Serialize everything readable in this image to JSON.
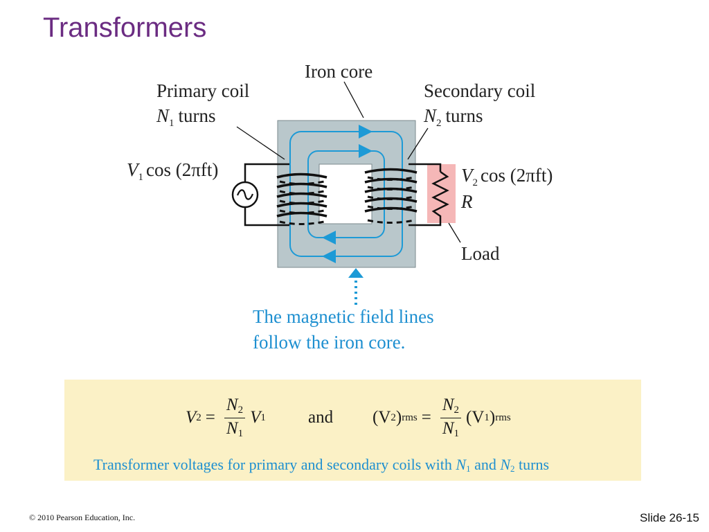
{
  "slide": {
    "title": "Transformers"
  },
  "diagram": {
    "iron_core_label": "Iron core",
    "primary": {
      "line1": "Primary coil",
      "n": "N",
      "n_sub": "1",
      "turns": "turns"
    },
    "secondary": {
      "line1": "Secondary coil",
      "n": "N",
      "n_sub": "2",
      "turns": "turns"
    },
    "v1": {
      "sym": "V",
      "sub": "1",
      "rest": "cos (2πft)"
    },
    "v2": {
      "sym": "V",
      "sub": "2",
      "rest": "cos (2πft)"
    },
    "resistor_label": "R",
    "load_label": "Load",
    "caption_line1": "The magnetic field lines",
    "caption_line2": "follow the iron core.",
    "colors": {
      "core": "#b9c7cb",
      "field_lines": "#1d9ad6",
      "load_highlight": "#f5b7b7",
      "formula_bg": "#fbf1c6",
      "title": "#6b2c82"
    }
  },
  "formula": {
    "left": {
      "lhs": "V",
      "lhs_sub": "2",
      "eq": "=",
      "num": "N",
      "num_sub": "2",
      "den": "N",
      "den_sub": "1",
      "rhs": "V",
      "rhs_sub": "1"
    },
    "and": "and",
    "right": {
      "lhs_open": "(V",
      "lhs_sub": "2",
      "lhs_close": ")",
      "lhs_rms": "rms",
      "eq": "=",
      "num": "N",
      "num_sub": "2",
      "den": "N",
      "den_sub": "1",
      "rhs_open": "(V",
      "rhs_sub": "1",
      "rhs_close": ")",
      "rhs_rms": "rms"
    },
    "caption": {
      "text1": "Transformer voltages for primary and secondary coils with ",
      "n1": "N",
      "n1_sub": "1",
      "and": " and ",
      "n2": "N",
      "n2_sub": "2",
      "text2": " turns"
    }
  },
  "footer": {
    "copyright": "© 2010 Pearson Education, Inc.",
    "slide_number": "Slide 26-15"
  }
}
